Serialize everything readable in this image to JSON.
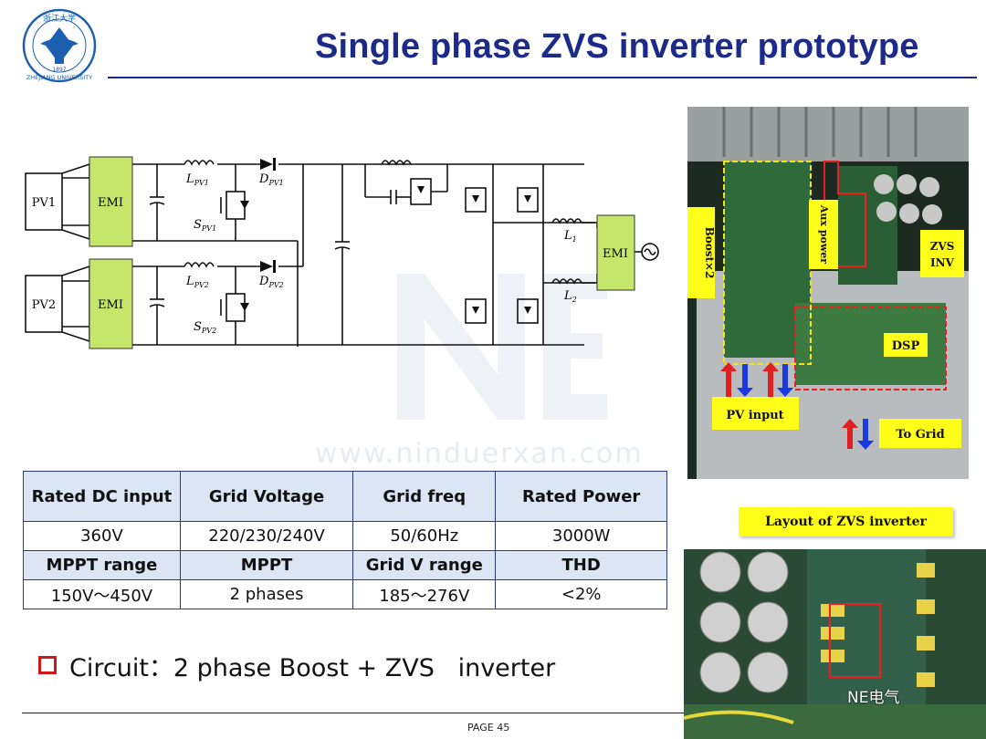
{
  "slide": {
    "title": "Single phase ZVS inverter prototype",
    "page_label": "PAGE 45",
    "logo": {
      "name": "zhejiang-university-seal",
      "chinese": "浙江大学",
      "text": "ZHEJIANG UNIVERSITY",
      "year": "1897"
    },
    "watermark": "www.ninduerxan.com",
    "accent_color": "#1c2b8a",
    "emi_color": "#c6e66b"
  },
  "circuit": {
    "pv1": "PV1",
    "pv2": "PV2",
    "emi": "EMI",
    "lpv1": "L",
    "lpv1_sub": "PV1",
    "dpv1": "D",
    "dpv1_sub": "PV1",
    "spv1": "S",
    "spv1_sub": "PV1",
    "lpv2": "L",
    "lpv2_sub": "PV2",
    "dpv2": "D",
    "dpv2_sub": "PV2",
    "spv2": "S",
    "spv2_sub": "PV2",
    "l1": "L",
    "l1_sub": "1",
    "l2": "L",
    "l2_sub": "2"
  },
  "spec_table": {
    "rows": [
      {
        "type": "h",
        "cells": [
          "Rated DC input",
          "Grid Voltage",
          "Grid freq",
          "Rated Power"
        ]
      },
      {
        "type": "v",
        "cells": [
          "360V",
          "220/230/240V",
          "50/60Hz",
          "3000W"
        ]
      },
      {
        "type": "h",
        "cells": [
          "MPPT range",
          "MPPT",
          "Grid V range",
          "THD"
        ]
      },
      {
        "type": "v",
        "cells": [
          "150V～450V",
          "2 phases",
          "185～276V",
          "<2%"
        ]
      }
    ]
  },
  "bullet": "Circuit：2 phase Boost + ZVS   inverter",
  "photo1": {
    "labels": {
      "boost": "Boost×2",
      "aux": "Aux power",
      "zvs": "ZVS",
      "inv": "INV",
      "dsp": "DSP",
      "pv_input": "PV input",
      "to_grid": "To Grid"
    }
  },
  "photo2": {
    "caption": "Layout of ZVS inverter",
    "badge": "NE电气"
  }
}
